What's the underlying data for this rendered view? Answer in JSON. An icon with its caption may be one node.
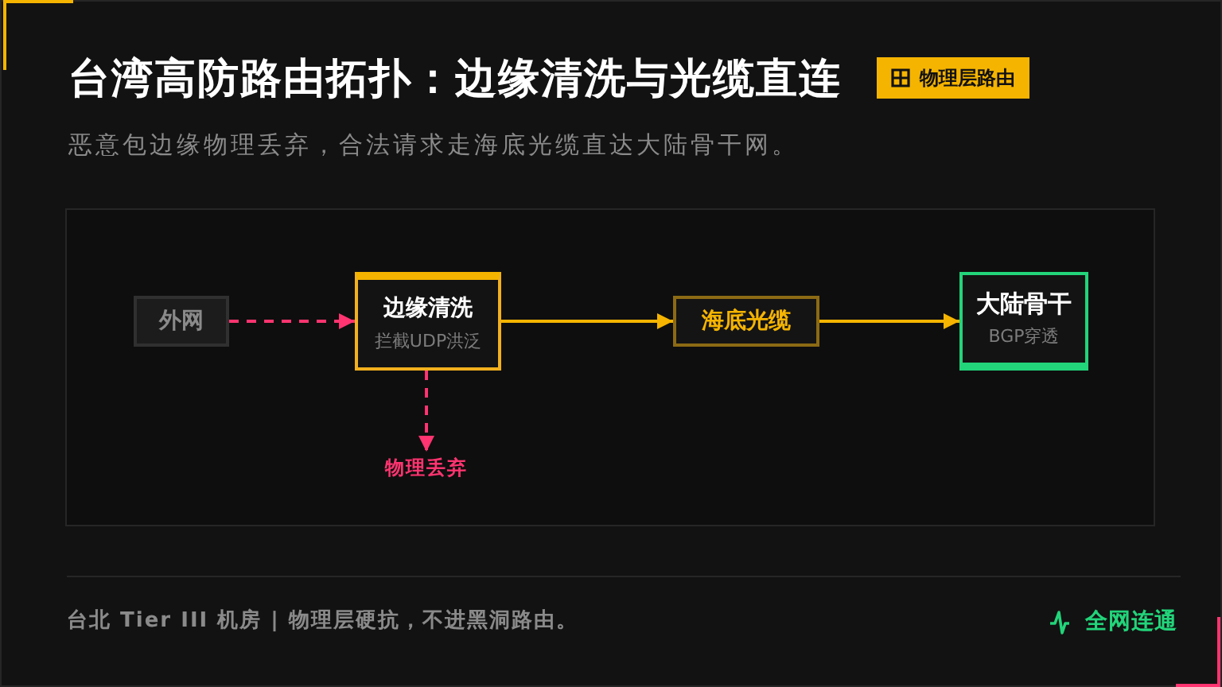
{
  "diagram": {
    "title": "台湾高防路由拓扑：边缘清洗与光缆直连",
    "nodes": [
      {
        "text": [
          "外网"
        ]
      },
      {
        "text": [
          "边缘清洗",
          "拦截UDP洪泛"
        ]
      },
      {
        "text": [
          "海底光缆"
        ]
      },
      {
        "text": [
          "大陆骨干",
          "BGP穿透"
        ]
      },
      {
        "text": [
          "物理丢弃"
        ]
      }
    ],
    "edges": [
      {
        "from": 0,
        "to": 1,
        "arrow": "to",
        "style": "dashed",
        "color": "#ff3470"
      },
      {
        "from": 1,
        "to": 2,
        "arrow": "to",
        "color": "#f5b400"
      },
      {
        "from": 2,
        "to": 3,
        "arrow": "to",
        "color": "#f5b400"
      },
      {
        "from": 1,
        "to": 4,
        "arrow": "to",
        "style": "dashed",
        "color": "#ff3470"
      }
    ],
    "labels": [
      "物理层路由",
      "恶意包边缘物理丢弃，合法请求走海底光缆直达大陆骨干网。",
      "台北 Tier III 机房 | 物理层硬抗，不进黑洞路由。",
      "全网连通"
    ]
  }
}
